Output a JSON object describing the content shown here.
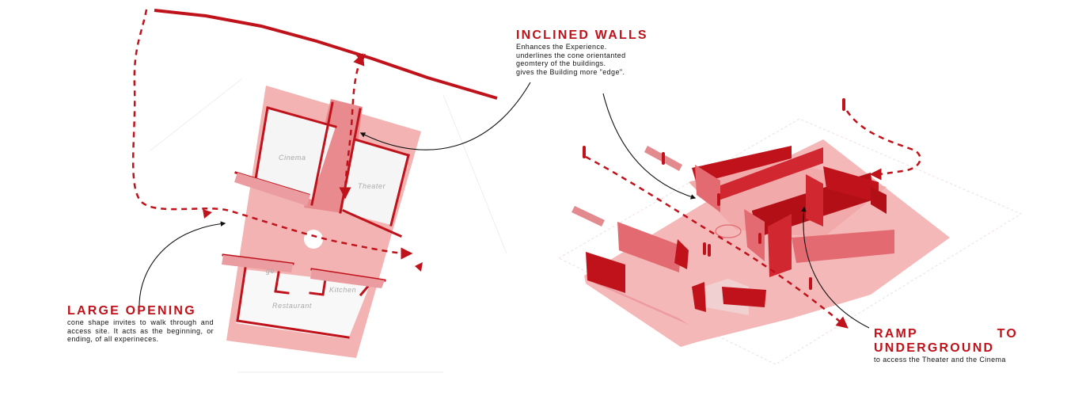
{
  "colors": {
    "accent_red": "#c0121b",
    "pale_red": "#f2b5b5",
    "mid_red": "#e07a80",
    "room_grey": "#f4f4f4",
    "label_grey": "#a9a9a9",
    "text": "#111111"
  },
  "plan": {
    "rooms": {
      "cinema": "Cinema",
      "theater": "Theater",
      "kitchen": "Kitchen",
      "restaurant": "Restaurant",
      "cut_label": "ge"
    }
  },
  "callouts": {
    "inclined_walls": {
      "title": "INCLINED WALLS",
      "lines": [
        "Enhances the Experience.",
        "underlines the cone orientanted",
        "geomtery of the buildings.",
        "gives the Building more \"edge\"."
      ]
    },
    "large_opening": {
      "title": "LARGE OPENING",
      "body": "cone shape invites to walk through and access site. It acts as the beginning, or ending, of all experineces."
    },
    "ramp": {
      "title_word_1": "RAMP",
      "title_word_2": "TO",
      "title_line_2": "UNDERGROUND",
      "body": "to access the Theater and the Cinema"
    }
  }
}
